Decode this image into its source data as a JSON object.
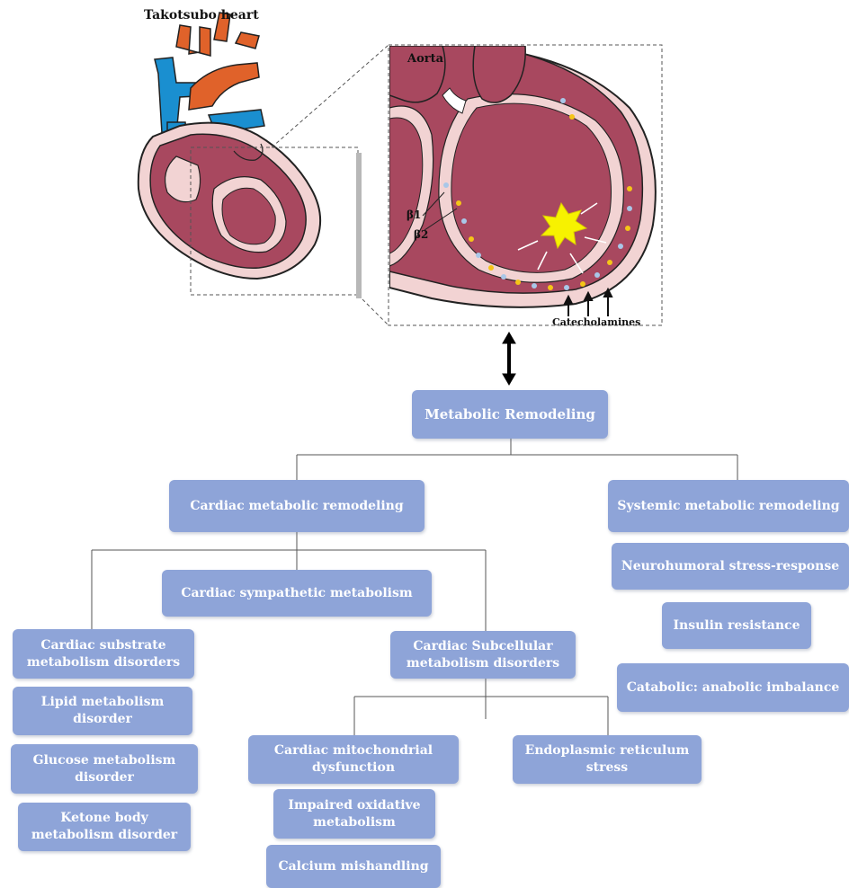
{
  "figure": {
    "heart_title": "Takotsubo heart",
    "labels": {
      "aorta": "Aorta",
      "beta1": "β1",
      "beta2": "β2",
      "catecholamines": "Catecholamines"
    },
    "nodes": {
      "root": "Metabolic Remodeling",
      "cardiac": "Cardiac metabolic  remodeling",
      "systemic": "Systemic metabolic remodeling",
      "sympathetic": "Cardiac  sympathetic metabolism",
      "substrate": "Cardiac substrate metabolism disorders",
      "subcellular": "Cardiac Subcellular metabolism disorders",
      "lipid": "Lipid metabolism disorder",
      "glucose": "Glucose metabolism disorder",
      "ketone": "Ketone body metabolism disorder",
      "mitochondrial": "Cardiac mitochondrial dysfunction",
      "er_stress": "Endoplasmic reticulum stress",
      "oxidative": "Impaired oxidative metabolism",
      "calcium": "Calcium mishandling",
      "neurohumoral": "Neurohumoral stress-response",
      "insulin": "Insulin resistance",
      "catabolic": "Catabolic: anabolic imbalance"
    },
    "colors": {
      "box_fill": "#8ea4d8",
      "myocardium": "#a8485f",
      "pericardium": "#f2d3d3",
      "vein_blue": "#1a8fd0",
      "artery_orange": "#e0622a",
      "burst_yellow": "#f7f200",
      "dot_yellow": "#f5c518",
      "dot_blue": "#a9c7e8"
    }
  }
}
